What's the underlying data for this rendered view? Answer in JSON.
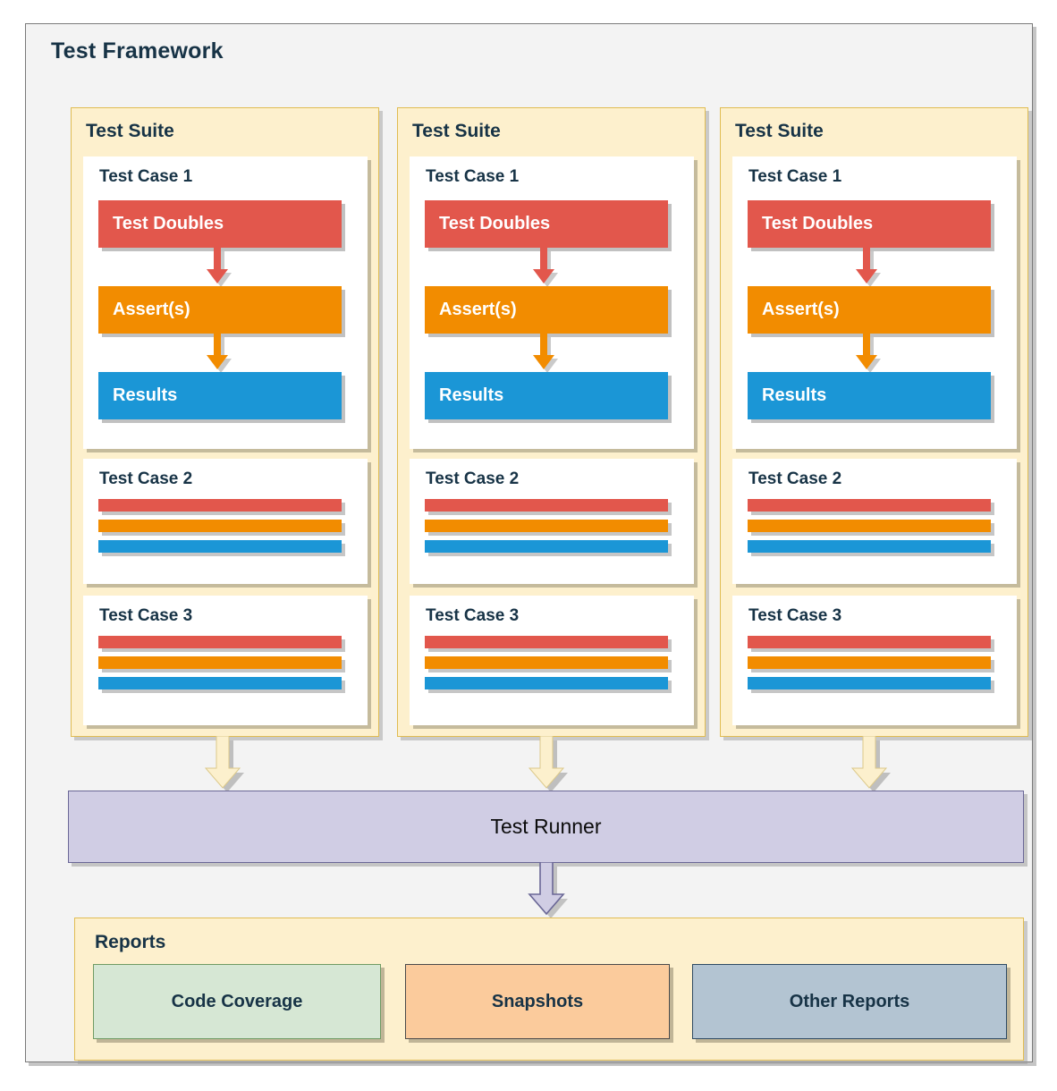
{
  "framework": {
    "title": "Test Framework",
    "frame_bg": "#f3f3f3",
    "frame_border": "#7a7a7a"
  },
  "colors": {
    "suite_bg": "#fdf0cd",
    "suite_border": "#e0bc52",
    "case_bg": "#ffffff",
    "red": "#e2574c",
    "orange": "#f28c00",
    "blue": "#1b96d6",
    "runner_bg": "#d0cde4",
    "runner_border": "#6a6796",
    "text_dark": "#173346",
    "code_coverage_bg": "#d6e7d4",
    "snapshots_bg": "#fbcb9c",
    "other_reports_bg": "#b3c4d2"
  },
  "suites": [
    {
      "title": "Test Suite",
      "cases": [
        {
          "title": "Test Case 1",
          "steps": [
            {
              "label": "Test Doubles",
              "color": "red"
            },
            {
              "label": "Assert(s)",
              "color": "orange"
            },
            {
              "label": "Results",
              "color": "blue"
            }
          ]
        },
        {
          "title": "Test Case 2",
          "bars": [
            "red",
            "orange",
            "blue"
          ]
        },
        {
          "title": "Test Case 3",
          "bars": [
            "red",
            "orange",
            "blue"
          ]
        }
      ]
    },
    {
      "title": "Test Suite",
      "cases": [
        {
          "title": "Test Case 1",
          "steps": [
            {
              "label": "Test Doubles",
              "color": "red"
            },
            {
              "label": "Assert(s)",
              "color": "orange"
            },
            {
              "label": "Results",
              "color": "blue"
            }
          ]
        },
        {
          "title": "Test Case 2",
          "bars": [
            "red",
            "orange",
            "blue"
          ]
        },
        {
          "title": "Test Case 3",
          "bars": [
            "red",
            "orange",
            "blue"
          ]
        }
      ]
    },
    {
      "title": "Test Suite",
      "cases": [
        {
          "title": "Test Case 1",
          "steps": [
            {
              "label": "Test Doubles",
              "color": "red"
            },
            {
              "label": "Assert(s)",
              "color": "orange"
            },
            {
              "label": "Results",
              "color": "blue"
            }
          ]
        },
        {
          "title": "Test Case 2",
          "bars": [
            "red",
            "orange",
            "blue"
          ]
        },
        {
          "title": "Test Case 3",
          "bars": [
            "red",
            "orange",
            "blue"
          ]
        }
      ]
    }
  ],
  "runner": {
    "label": "Test Runner"
  },
  "reports": {
    "title": "Reports",
    "items": [
      {
        "label": "Code Coverage"
      },
      {
        "label": "Snapshots"
      },
      {
        "label": "Other Reports"
      }
    ]
  },
  "icons": {
    "down_arrow": "down-arrow-icon"
  }
}
